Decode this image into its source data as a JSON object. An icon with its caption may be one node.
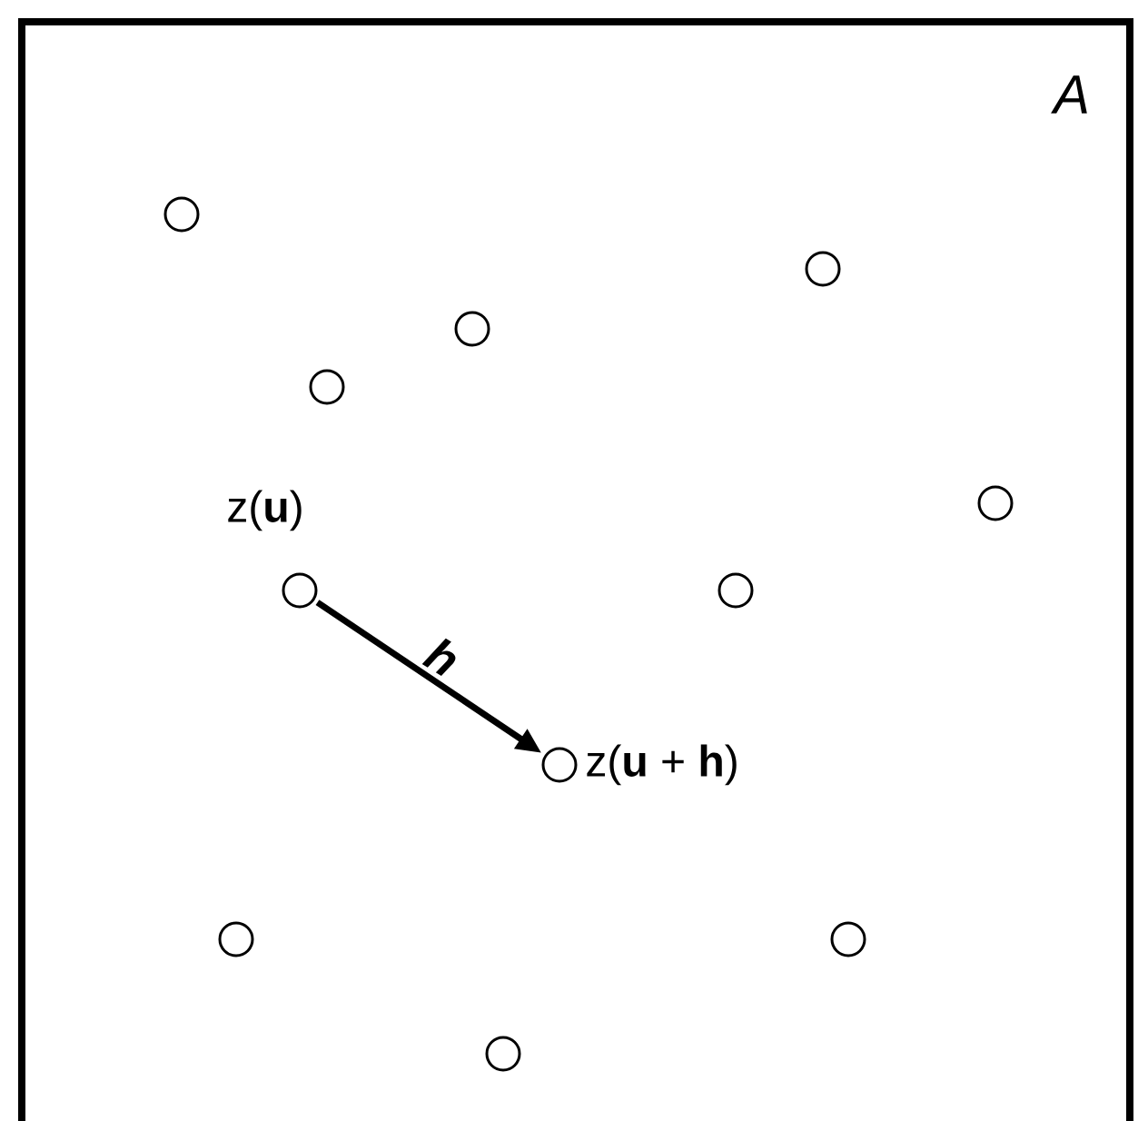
{
  "diagram": {
    "nodes": [
      {
        "text": [],
        "shape": "circle"
      },
      {
        "text": [],
        "shape": "circle"
      },
      {
        "text": [],
        "shape": "circle"
      },
      {
        "text": [],
        "shape": "circle"
      },
      {
        "text": [],
        "shape": "circle"
      },
      {
        "text": [],
        "shape": "circle",
        "beside": [
          "z(**u**)"
        ]
      },
      {
        "text": [],
        "shape": "circle"
      },
      {
        "text": [],
        "shape": "circle",
        "beside": [
          "z(**u** + **h**)"
        ]
      },
      {
        "text": [],
        "shape": "circle"
      },
      {
        "text": [],
        "shape": "circle"
      },
      {
        "text": [],
        "shape": "circle"
      }
    ],
    "edges": [
      {
        "from": 5,
        "to": 7,
        "arrow": "to",
        "label": "h"
      }
    ],
    "labels": [
      "A"
    ]
  }
}
